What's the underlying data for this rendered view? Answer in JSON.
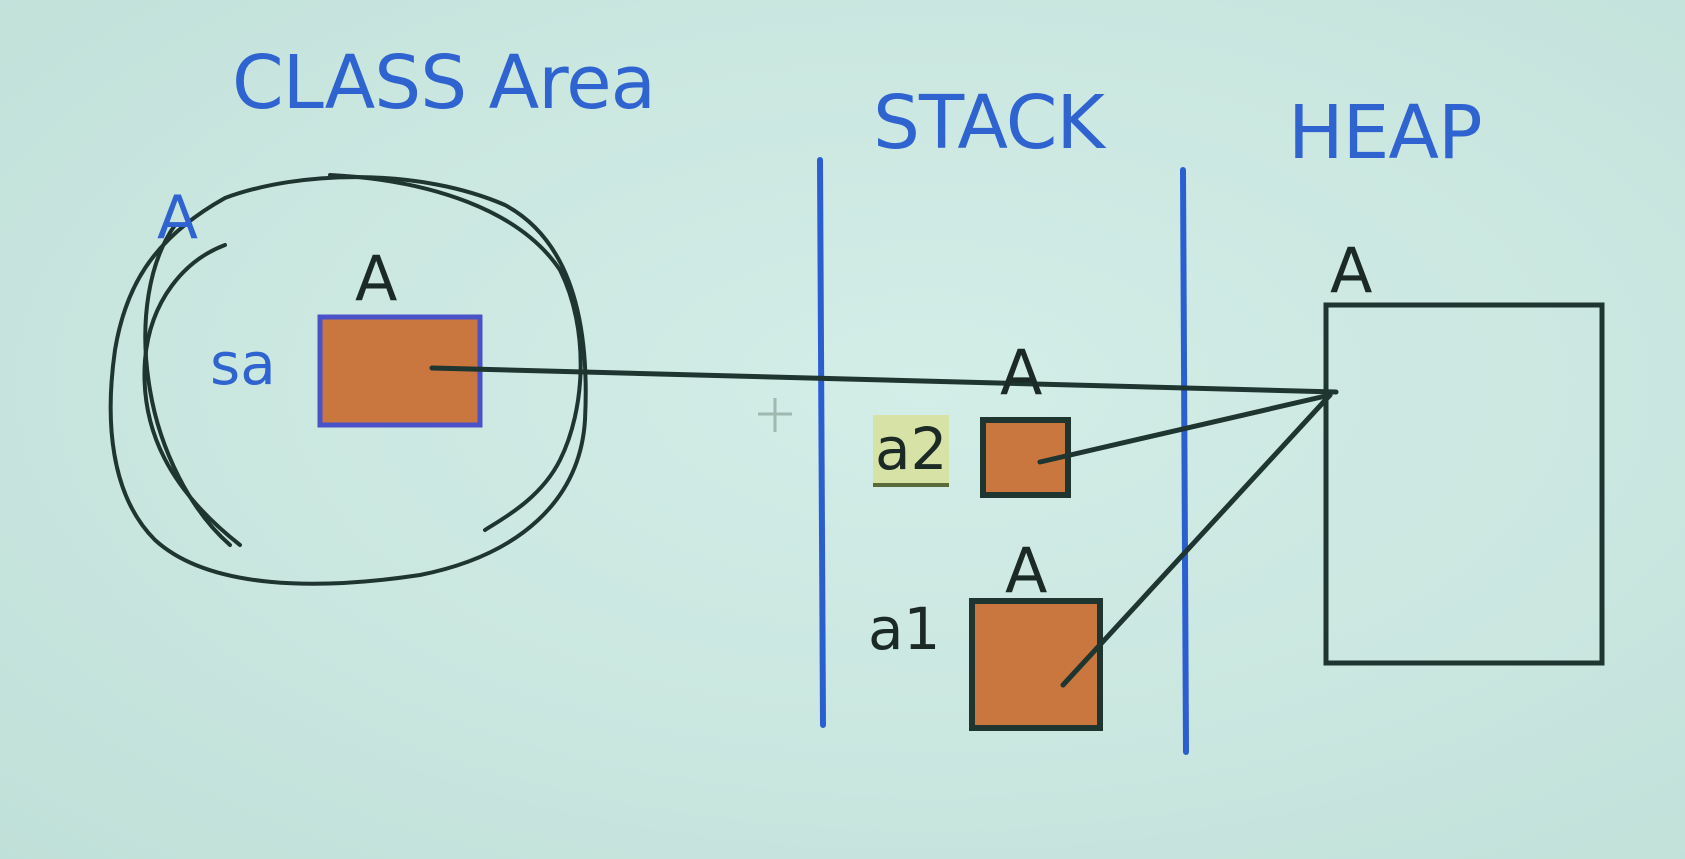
{
  "sections": {
    "class_area": "CLASS Area",
    "stack": "STACK",
    "heap": "HEAP"
  },
  "class_area": {
    "class_label": "A",
    "var_type": "A",
    "var_name": "sa"
  },
  "stack": {
    "a2": {
      "type": "A",
      "name": "a2"
    },
    "a1": {
      "type": "A",
      "name": "a1"
    }
  },
  "heap": {
    "object_type": "A"
  },
  "colors": {
    "background": "#cfe9e3",
    "heading_blue": "#2f63cf",
    "divider_blue": "#2b5fd0",
    "variable_box_fill": "#c9763f",
    "ink": "#1f3530",
    "highlight": "#d7e3a6"
  }
}
